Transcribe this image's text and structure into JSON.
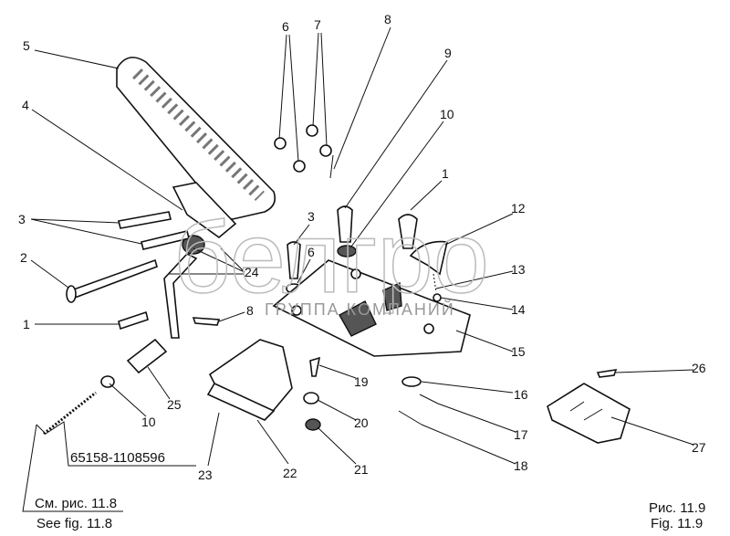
{
  "watermark": {
    "brand": "белгро",
    "subtitle": "ГРУППА КОМПАНИЙ"
  },
  "labels": {
    "l5": "5",
    "l4": "4",
    "l3a": "3",
    "l2": "2",
    "l1a": "1",
    "l6a": "6",
    "l7": "7",
    "l8a": "8",
    "l9": "9",
    "l10a": "10",
    "l1b": "1",
    "l12": "12",
    "l3b": "3",
    "l6b": "6",
    "l24": "24",
    "l13": "13",
    "l14": "14",
    "l8b": "8",
    "l15": "15",
    "l19": "19",
    "l16": "16",
    "l20": "20",
    "l10b": "10",
    "l25": "25",
    "l17": "17",
    "l21": "21",
    "l22": "22",
    "l23": "23",
    "l18": "18",
    "l26": "26",
    "l27": "27"
  },
  "part_number": "65158-1108596",
  "reference_ru": "См. рис. 11.8",
  "reference_en": "See fig. 11.8",
  "figure_ru": "Рис. 11.9",
  "figure_en": "Fig. 11.9"
}
